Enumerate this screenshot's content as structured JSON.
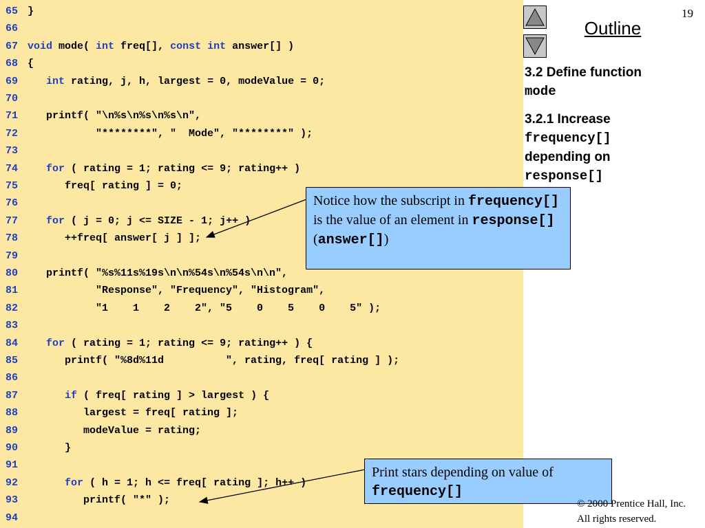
{
  "slide": {
    "page_number": "19",
    "outline_title": "Outline",
    "copyright_line1": "© 2000 Prentice Hall, Inc.",
    "copyright_line2": "All rights reserved."
  },
  "nav": {
    "prev_label": "previous-slide",
    "next_label": "next-slide"
  },
  "outline": {
    "item1": {
      "text": "3.2  Define function ",
      "code": "mode"
    },
    "item2": {
      "text": "3.2.1 Increase ",
      "code1": "frequency[]",
      "text2": "depending on",
      "code2": "response[]"
    }
  },
  "code_lines": [
    {
      "num": "65",
      "kw": "",
      "text": "}"
    },
    {
      "num": "66",
      "kw": "",
      "text": ""
    },
    {
      "num": "67",
      "kw": "",
      "text": "void mode( int freq[], const int answer[] )"
    },
    {
      "num": "68",
      "kw": "",
      "text": "{"
    },
    {
      "num": "69",
      "kw": "",
      "text": "   int rating, j, h, largest = 0, modeValue = 0;"
    },
    {
      "num": "70",
      "kw": "",
      "text": ""
    },
    {
      "num": "71",
      "kw": "",
      "text": "   printf( \"\\n%s\\n%s\\n%s\\n\","
    },
    {
      "num": "72",
      "kw": "",
      "text": "           \"********\", \"  Mode\", \"********\" );"
    },
    {
      "num": "73",
      "kw": "",
      "text": ""
    },
    {
      "num": "74",
      "kw": "",
      "text": "   for ( rating = 1; rating <= 9; rating++ )"
    },
    {
      "num": "75",
      "kw": "",
      "text": "      freq[ rating ] = 0;"
    },
    {
      "num": "76",
      "kw": "",
      "text": ""
    },
    {
      "num": "77",
      "kw": "",
      "text": "   for ( j = 0; j <= SIZE - 1; j++ )"
    },
    {
      "num": "78",
      "kw": "",
      "text": "      ++freq[ answer[ j ] ];"
    },
    {
      "num": "79",
      "kw": "",
      "text": ""
    },
    {
      "num": "80",
      "kw": "",
      "text": "   printf( \"%s%11s%19s\\n\\n%54s\\n%54s\\n\\n\","
    },
    {
      "num": "81",
      "kw": "",
      "text": "           \"Response\", \"Frequency\", \"Histogram\","
    },
    {
      "num": "82",
      "kw": "",
      "text": "           \"1    1    2    2\", \"5    0    5    0    5\" );"
    },
    {
      "num": "83",
      "kw": "",
      "text": ""
    },
    {
      "num": "84",
      "kw": "",
      "text": "   for ( rating = 1; rating <= 9; rating++ ) {"
    },
    {
      "num": "85",
      "kw": "",
      "text": "      printf( \"%8d%11d          \", rating, freq[ rating ] );"
    },
    {
      "num": "86",
      "kw": "",
      "text": ""
    },
    {
      "num": "87",
      "kw": "",
      "text": "      if ( freq[ rating ] > largest ) {"
    },
    {
      "num": "88",
      "kw": "",
      "text": "         largest = freq[ rating ];"
    },
    {
      "num": "89",
      "kw": "",
      "text": "         modeValue = rating;"
    },
    {
      "num": "90",
      "kw": "",
      "text": "      }"
    },
    {
      "num": "91",
      "kw": "",
      "text": ""
    },
    {
      "num": "92",
      "kw": "",
      "text": "      for ( h = 1; h <= freq[ rating ]; h++ )"
    },
    {
      "num": "93",
      "kw": "",
      "text": "         printf( \"*\" );"
    },
    {
      "num": "94",
      "kw": "",
      "text": ""
    }
  ],
  "keywords": [
    "void",
    "int",
    "const",
    "for",
    "if"
  ],
  "callout1": {
    "part1": "Notice how the subscript in ",
    "code1": "frequency[]",
    "part2": " is the value of an element in ",
    "code2": "response[]",
    "part3": " (",
    "code3": "answer[]",
    "part4": ")"
  },
  "callout2": {
    "part1": "Print stars depending on value of ",
    "code1": "frequency[]"
  },
  "colors": {
    "code_bg": "#fde8a3",
    "keyword": "#1f3fbf",
    "callout_bg": "#99ccff"
  }
}
